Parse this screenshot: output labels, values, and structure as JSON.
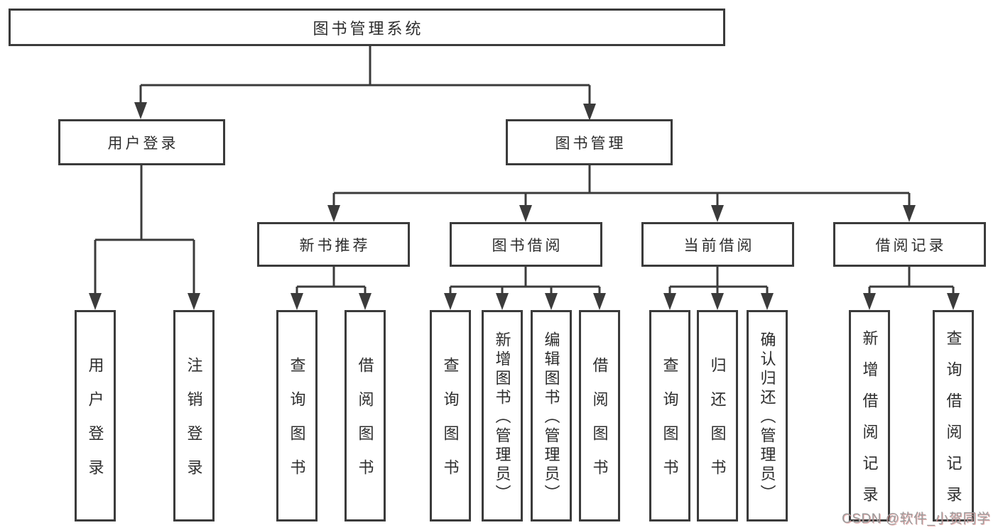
{
  "diagram": {
    "root": "图书管理系统",
    "branches": [
      {
        "label": "用户登录",
        "children": [
          "用户登录",
          "注销登录"
        ]
      },
      {
        "label": "图书管理",
        "sections": [
          {
            "label": "新书推荐",
            "children": [
              "查询图书",
              "借阅图书"
            ]
          },
          {
            "label": "图书借阅",
            "children": [
              "查询图书",
              "新增图书（管理员）",
              "编辑图书（管理员）",
              "借阅图书"
            ]
          },
          {
            "label": "当前借阅",
            "children": [
              "查询图书",
              "归还图书",
              "确认归还（管理员）"
            ]
          },
          {
            "label": "借阅记录",
            "children": [
              "新增借阅记录",
              "查询借阅记录"
            ]
          }
        ]
      }
    ]
  },
  "watermark": "CSDN @软件_小贺同学",
  "colors": {
    "line": "#3b3b3b",
    "text": "#2d2d2d",
    "watermark": "#9b9b9b",
    "background": "#ffffff"
  }
}
